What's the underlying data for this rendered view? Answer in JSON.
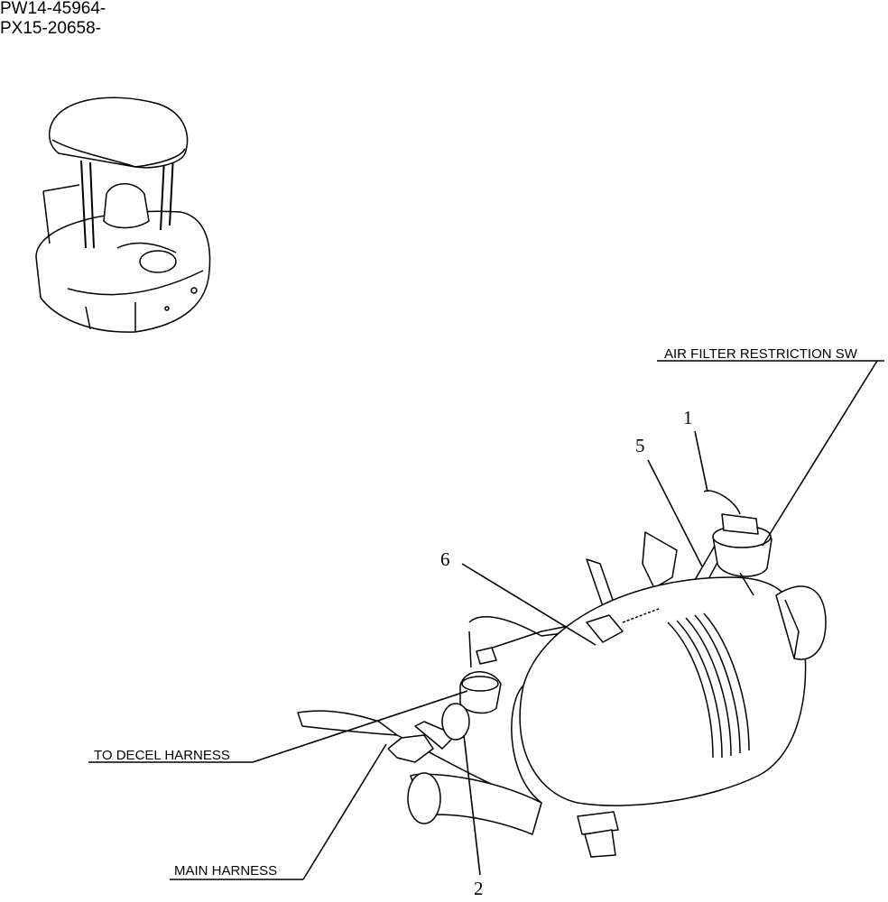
{
  "header": {
    "serials": [
      "PW14-45964-",
      "PX15-20658-"
    ]
  },
  "callouts": {
    "air_filter_sw": "AIR FILTER RESTRICTION SW",
    "to_decel_harness": "TO DECEL HARNESS",
    "main_harness": "MAIN HARNESS",
    "part_1": "1",
    "part_2": "2",
    "part_5": "5",
    "part_6": "6"
  }
}
